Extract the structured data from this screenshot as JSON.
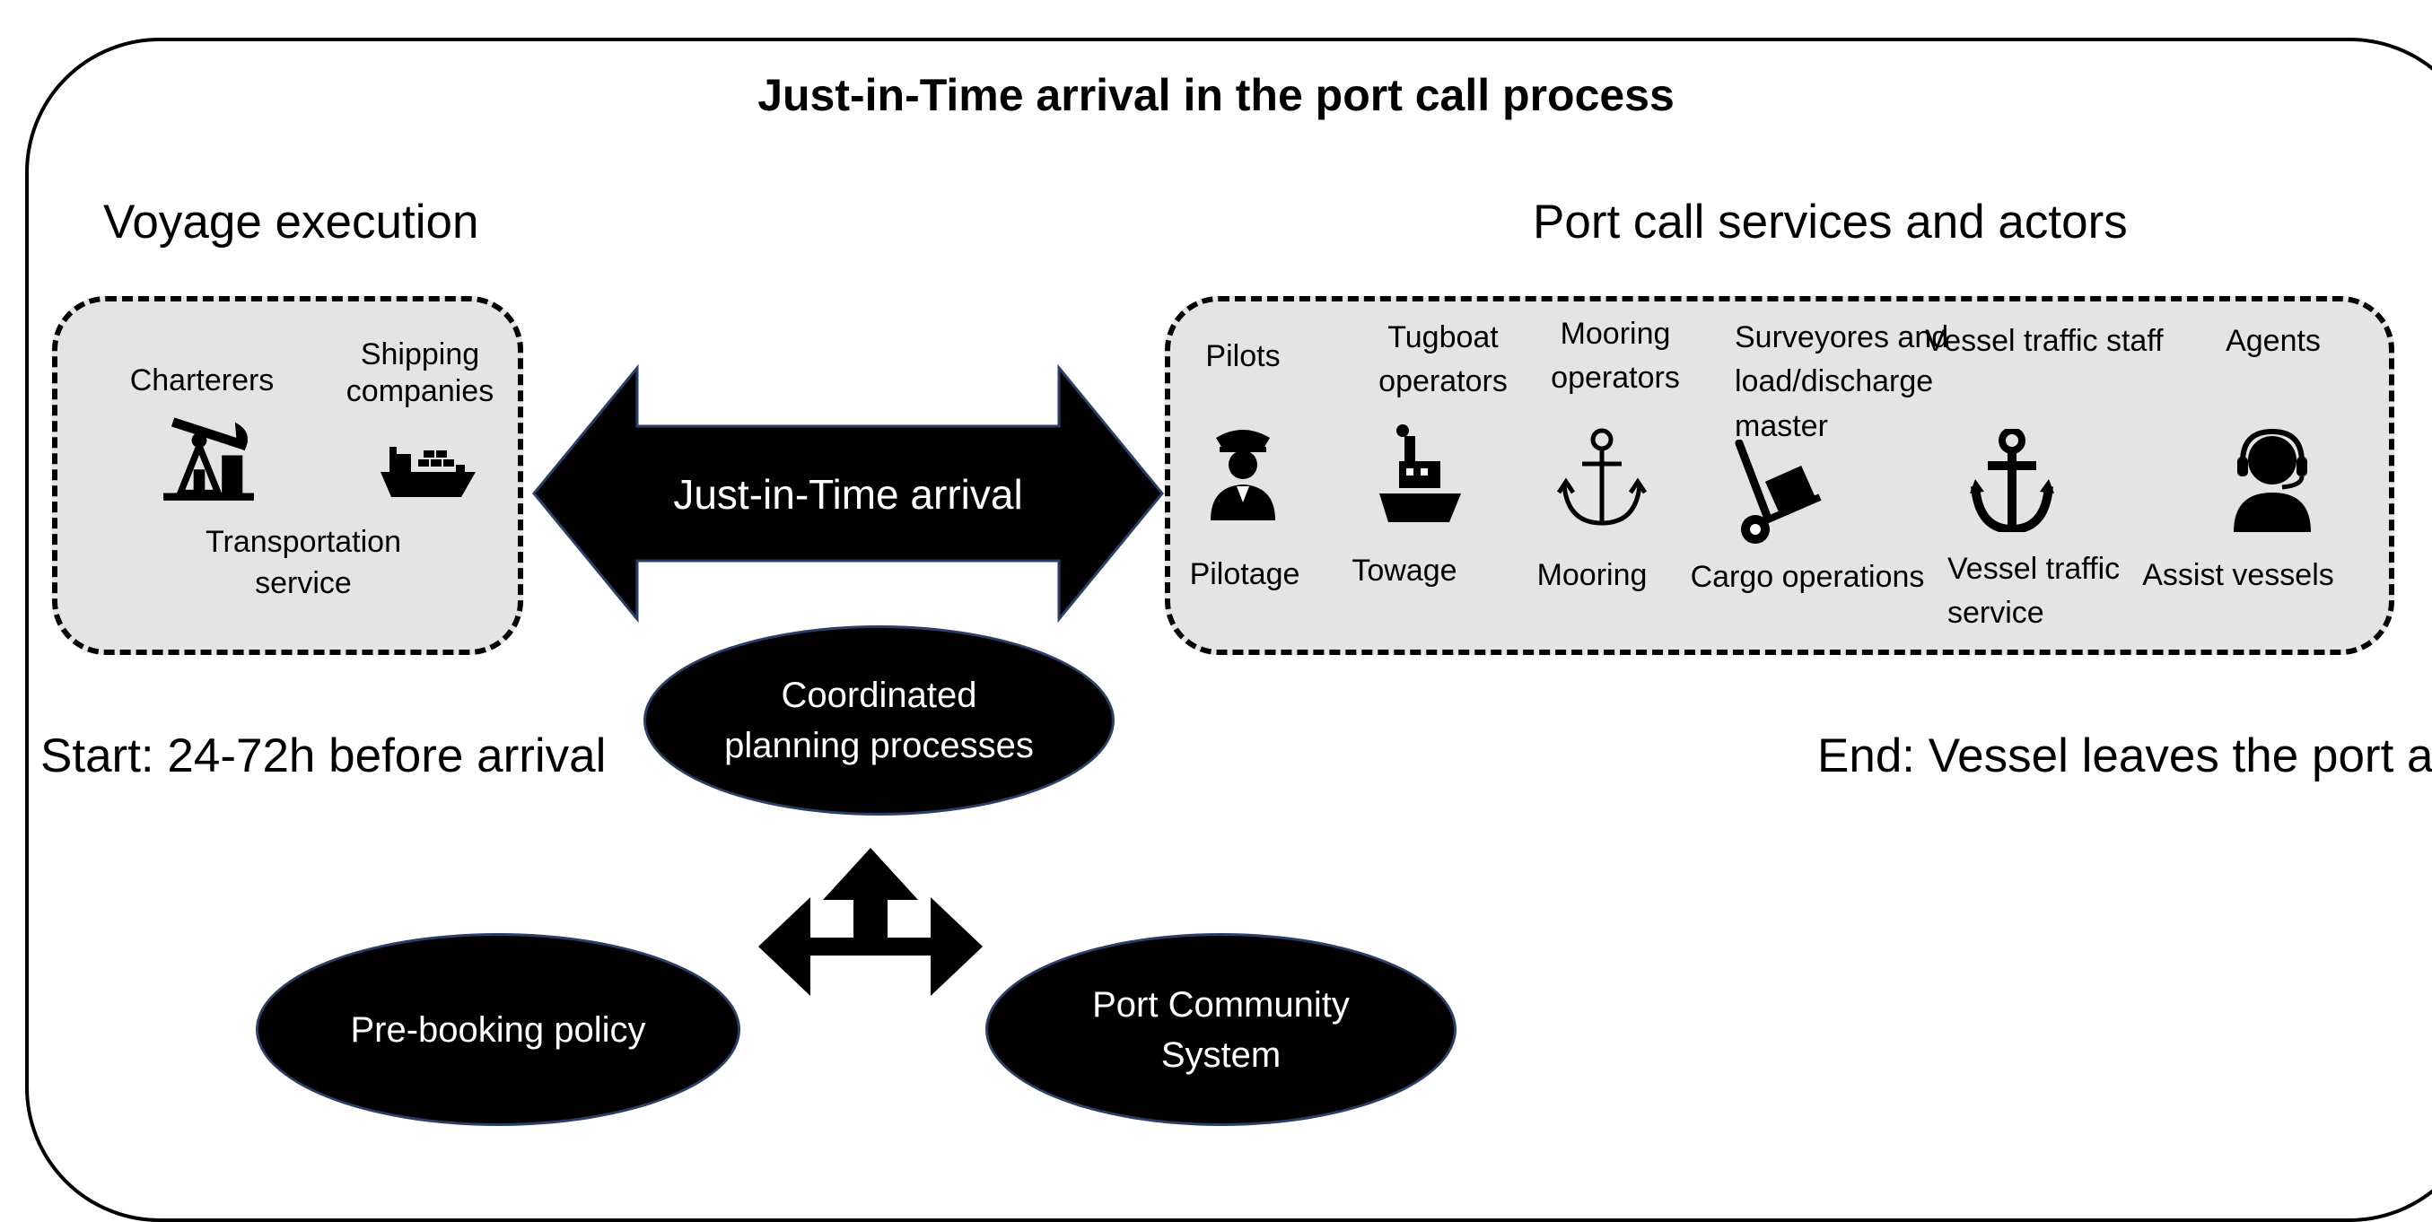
{
  "diagram": {
    "title": "Just-in-Time arrival in the port call process",
    "left_section": {
      "heading": "Voyage execution",
      "actors": [
        {
          "label": "Charterers",
          "icon": "oil-pump-icon"
        },
        {
          "label": "Shipping\ncompanies",
          "icon": "cargo-ship-icon"
        }
      ],
      "service": "Transportation\nservice",
      "start_note": "Start: 24-72h before arrival"
    },
    "center_arrow_label": "Just-in-Time arrival",
    "right_section": {
      "heading": "Port call services and actors",
      "end_note": "End: Vessel leaves the port area",
      "columns": [
        {
          "actor": "Pilots",
          "service": "Pilotage",
          "icon": "pilot-icon"
        },
        {
          "actor": "Tugboat\noperators",
          "service": "Towage",
          "icon": "tugboat-icon"
        },
        {
          "actor": "Mooring\noperators",
          "service": "Mooring",
          "icon": "mooring-anchor-icon"
        },
        {
          "actor": "Surveyores and\nload/discharge\nmaster",
          "service": "Cargo operations",
          "icon": "hand-truck-icon"
        },
        {
          "actor": "Vessel traffic staff",
          "service": "Vessel traffic\nservice",
          "icon": "anchor-icon"
        },
        {
          "actor": "Agents",
          "service": "Assist vessels",
          "icon": "agent-headset-icon"
        }
      ]
    },
    "ovals": {
      "coordinated": "Coordinated\nplanning processes",
      "prebooking": "Pre-booking policy",
      "pcs": "Port Community\nSystem"
    },
    "colors": {
      "box_fill": "#e4e4e4",
      "oval_fill": "#000000",
      "oval_outline": "#2b3f66"
    }
  }
}
